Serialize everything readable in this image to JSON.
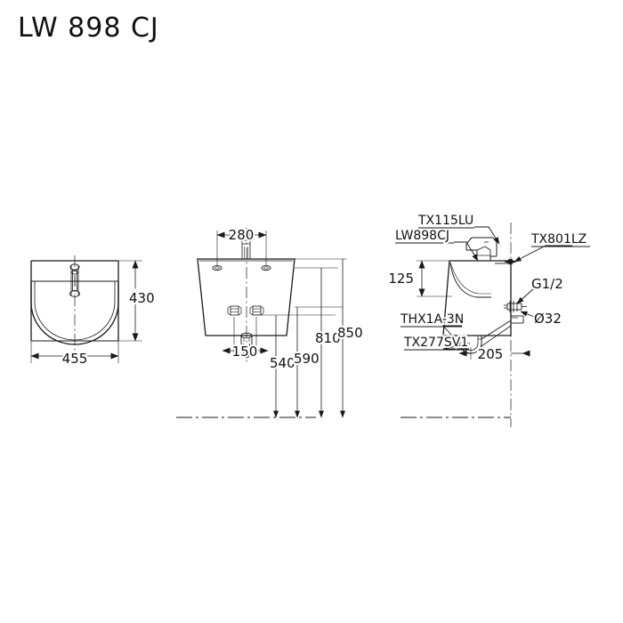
{
  "page": {
    "title": "LW 898 CJ",
    "background_color": "#ffffff",
    "line_color": "#1a1a1a",
    "text_color": "#111111"
  },
  "views": {
    "front": {
      "name": "front-elevation",
      "dimensions": {
        "width_label": "455",
        "height_label": "430"
      }
    },
    "rear": {
      "name": "rear-elevation",
      "dimensions": {
        "bolt_spacing_top": "280",
        "bolt_spacing_bottom": "150",
        "height_540": "540",
        "height_590": "590",
        "height_810": "810",
        "height_850": "850"
      }
    },
    "side": {
      "name": "side-section",
      "dimensions": {
        "rim_depth": "125",
        "trap_offset": "205",
        "drain_size": "Ø32",
        "supply_thread": "G1/2"
      },
      "part_labels": [
        {
          "id": "faucet",
          "text": "TX115LU"
        },
        {
          "id": "basin",
          "text": "LW898CJ"
        },
        {
          "id": "wall-bracket",
          "text": "TX801LZ"
        },
        {
          "id": "trap",
          "text": "THX1A-3N"
        },
        {
          "id": "drain-valve",
          "text": "TX277SV1"
        }
      ]
    }
  },
  "dimension_values": {
    "d455": "455",
    "d430": "430",
    "d280": "280",
    "d150": "150",
    "d540": "540",
    "d590": "590",
    "d810": "810",
    "d850": "850",
    "d125": "125",
    "d205": "205",
    "d32": "Ø32",
    "g12": "G1/2"
  },
  "part_numbers": {
    "tx115lu": "TX115LU",
    "lw898cj": "LW898CJ",
    "tx801lz": "TX801LZ",
    "thx1a3n": "THX1A-3N",
    "tx277sv1": "TX277SV1"
  }
}
